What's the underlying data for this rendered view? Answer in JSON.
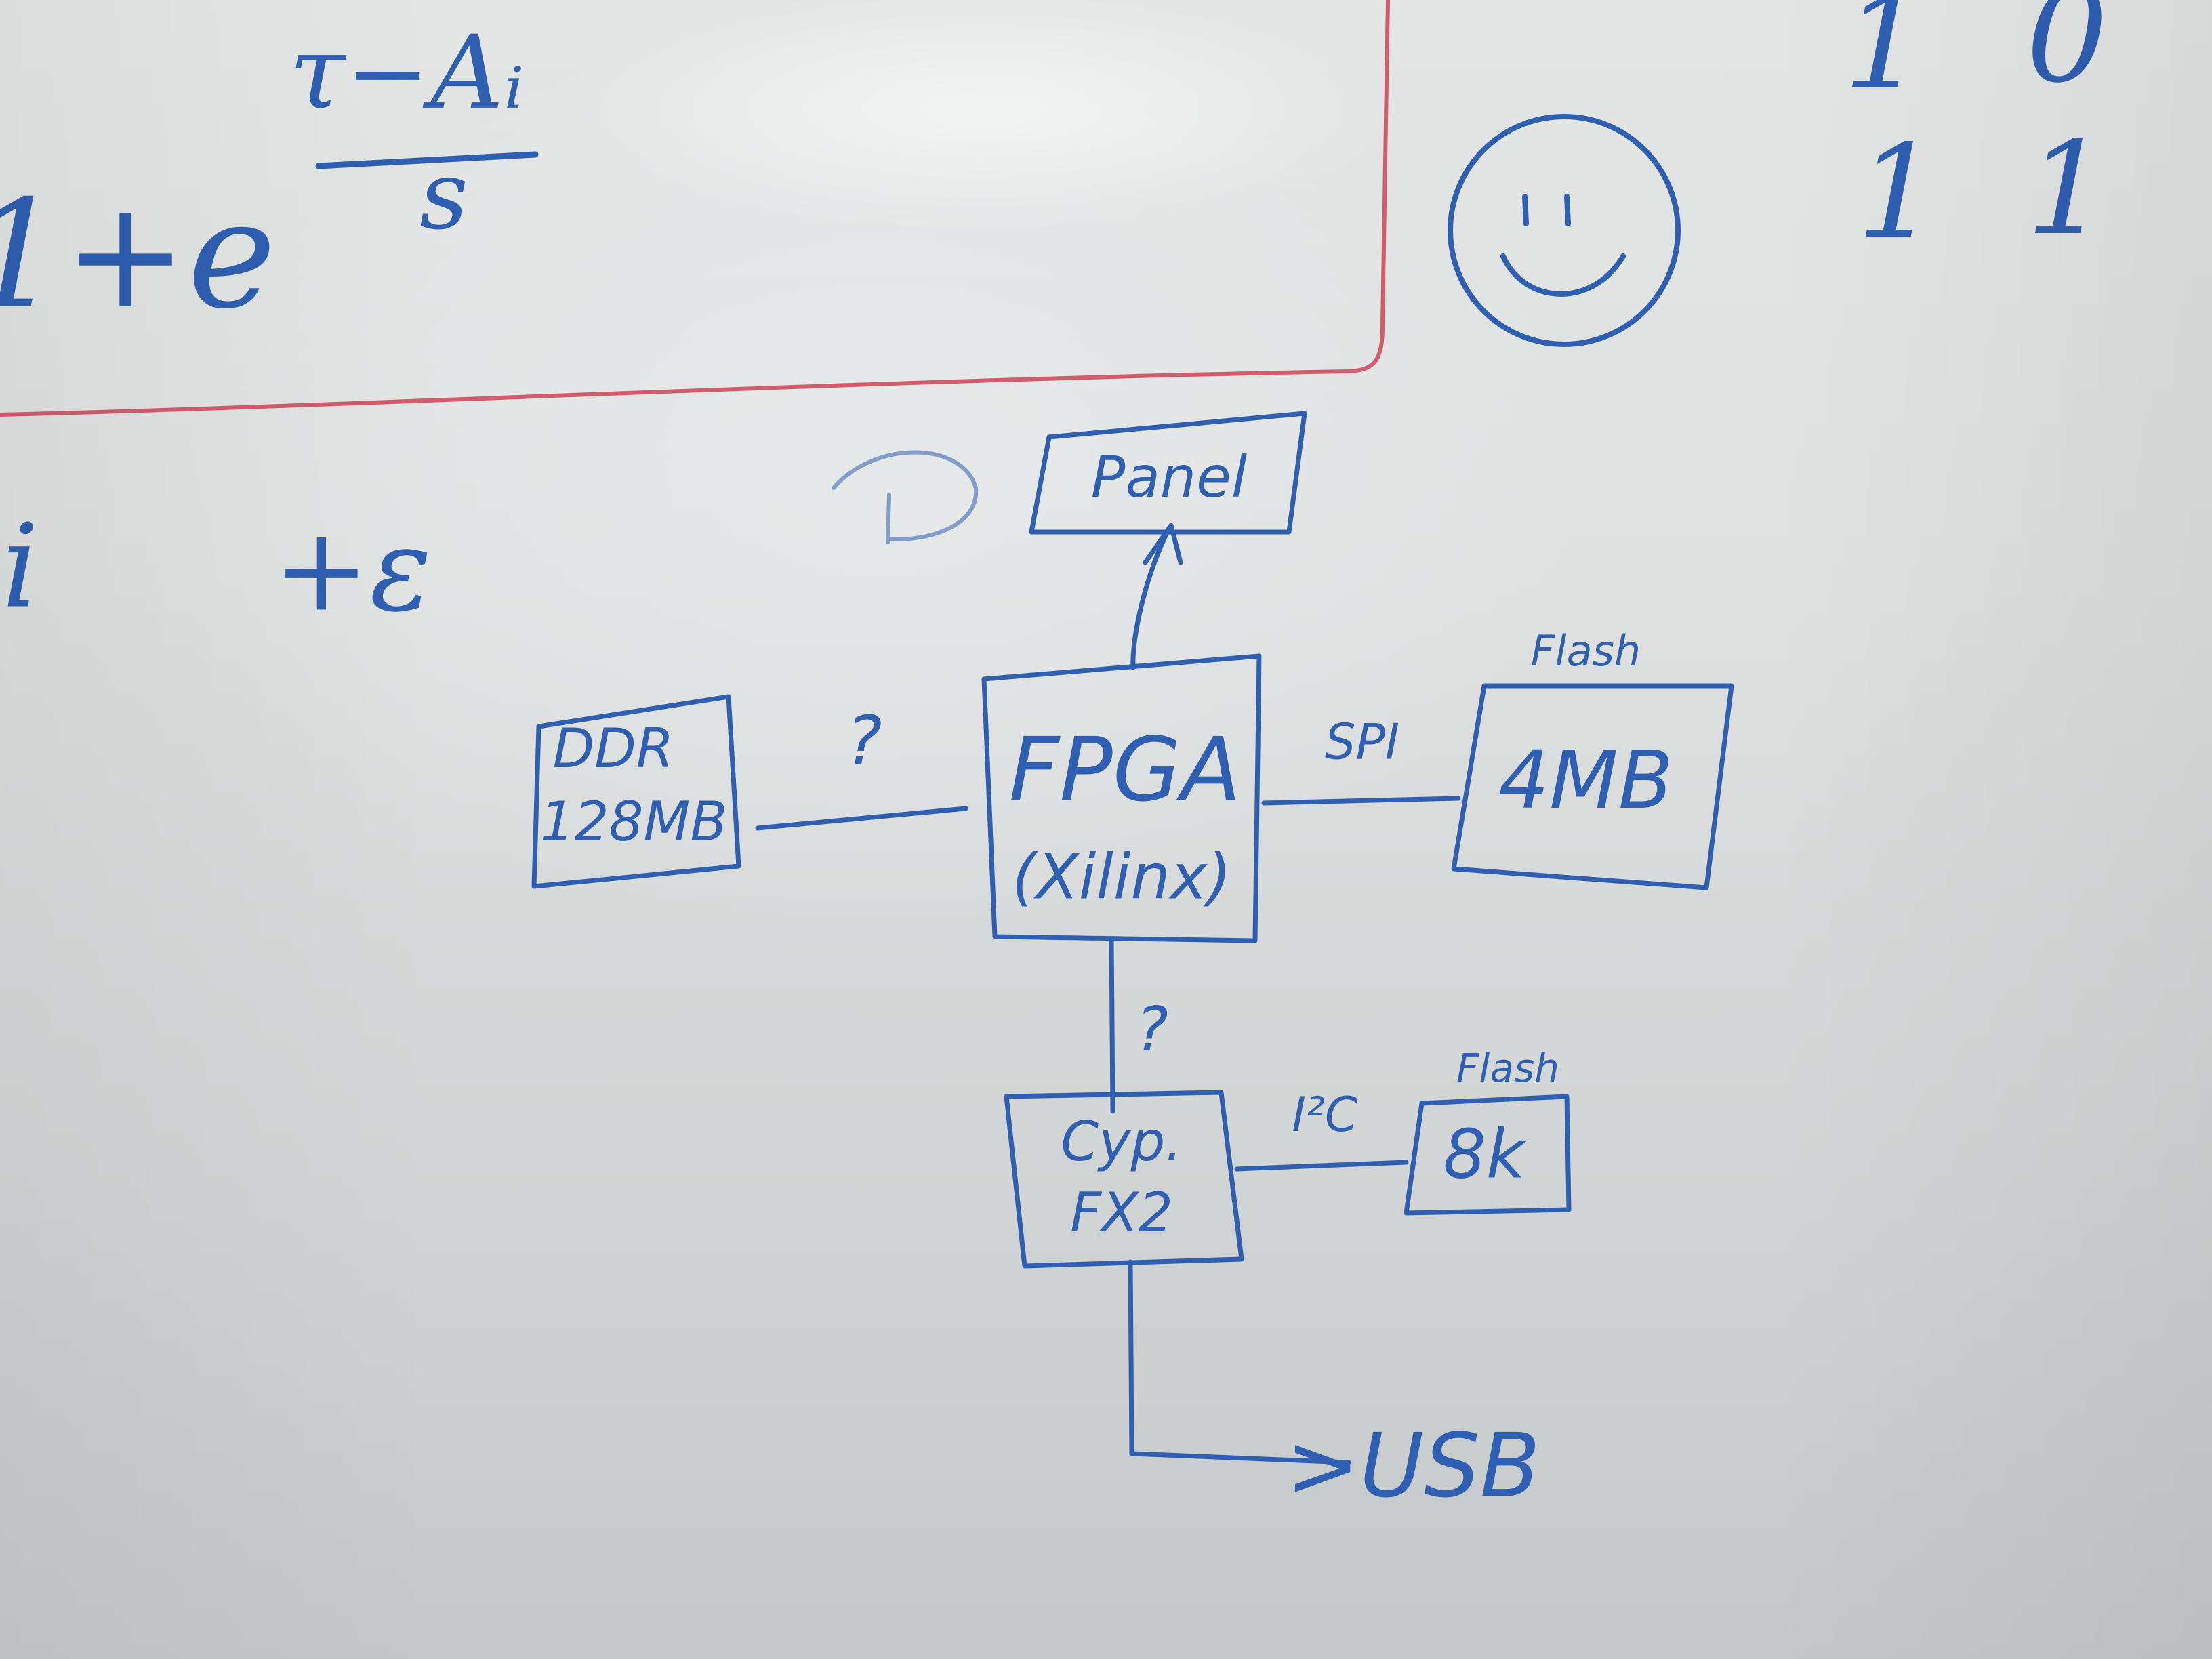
{
  "diagram": {
    "nodes": {
      "panel": {
        "label": "Panel"
      },
      "fpga": {
        "line1": "FPGA",
        "line2": "(Xilinx)"
      },
      "ddr": {
        "line1": "DDR",
        "line2": "128MB"
      },
      "flash_spi": {
        "top_label": "Flash",
        "label": "4MB"
      },
      "cypress": {
        "line1": "Cyp.",
        "line2": "FX2"
      },
      "flash_i2c": {
        "top_label": "Flash",
        "label": "8k"
      },
      "usb": {
        "label": ">USB"
      }
    },
    "edges": {
      "fpga_ddr": {
        "label": "?"
      },
      "fpga_flash": {
        "label": "SPI"
      },
      "fpga_cypress": {
        "label": "?"
      },
      "cypress_flash": {
        "label": "I²C"
      }
    }
  },
  "background_writing": {
    "formula_numerator": "τ−Aᵢ",
    "formula_denominator": "s",
    "formula_base": "1+e",
    "left_fragment": "i",
    "epsilon_term": "+ε",
    "top_right_row1": [
      "1",
      "0"
    ],
    "top_right_row2": [
      "1",
      "1"
    ],
    "smiley": "smiley-face"
  },
  "colors": {
    "marker_blue": "#2f5fb2",
    "marker_red": "#d45a6e",
    "board": "#e1e3e3"
  }
}
